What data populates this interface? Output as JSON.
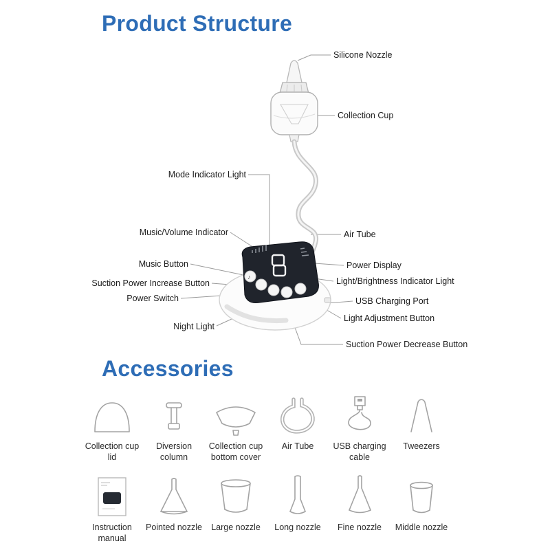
{
  "headings": {
    "product_structure": "Product Structure",
    "accessories": "Accessories"
  },
  "colors": {
    "heading_blue": "#2e6db6",
    "leader_line": "#9b9b9b",
    "panel_dark": "#20242c"
  },
  "icons": {
    "music_note": "♪",
    "accessory_icon_names": [
      "collection-cup-lid-icon",
      "diversion-column-icon",
      "collection-cup-bottom-cover-icon",
      "air-tube-icon",
      "usb-charging-cable-icon",
      "tweezers-icon",
      "instruction-manual-icon",
      "pointed-nozzle-icon",
      "large-nozzle-icon",
      "long-nozzle-icon",
      "fine-nozzle-icon",
      "middle-nozzle-icon"
    ]
  },
  "parts": {
    "silicone_nozzle": "Silicone Nozzle",
    "collection_cup": "Collection Cup",
    "mode_indicator_light": "Mode Indicator Light",
    "music_volume_indicator": "Music/Volume Indicator",
    "music_button": "Music Button",
    "suction_power_increase_button": "Suction Power Increase Button",
    "power_switch": "Power Switch",
    "night_light": "Night Light",
    "air_tube": "Air Tube",
    "power_display": "Power Display",
    "light_brightness_indicator_light": "Light/Brightness Indicator Light",
    "usb_charging_port": "USB Charging Port",
    "light_adjustment_button": "Light Adjustment Button",
    "suction_power_decrease_button": "Suction Power Decrease Button"
  },
  "accessories": {
    "row1": [
      {
        "name": "collection-cup-lid",
        "label": "Collection cup lid"
      },
      {
        "name": "diversion-column",
        "label": "Diversion column"
      },
      {
        "name": "collection-cup-bottom-cover",
        "label": "Collection cup bottom cover"
      },
      {
        "name": "air-tube",
        "label": "Air Tube"
      },
      {
        "name": "usb-charging-cable",
        "label": "USB charging cable"
      },
      {
        "name": "tweezers",
        "label": "Tweezers"
      }
    ],
    "row2": [
      {
        "name": "instruction-manual",
        "label": "Instruction manual"
      },
      {
        "name": "pointed-nozzle",
        "label": "Pointed nozzle"
      },
      {
        "name": "large-nozzle",
        "label": "Large nozzle"
      },
      {
        "name": "long-nozzle",
        "label": "Long nozzle"
      },
      {
        "name": "fine-nozzle",
        "label": "Fine nozzle"
      },
      {
        "name": "middle-nozzle",
        "label": "Middle nozzle"
      }
    ]
  }
}
